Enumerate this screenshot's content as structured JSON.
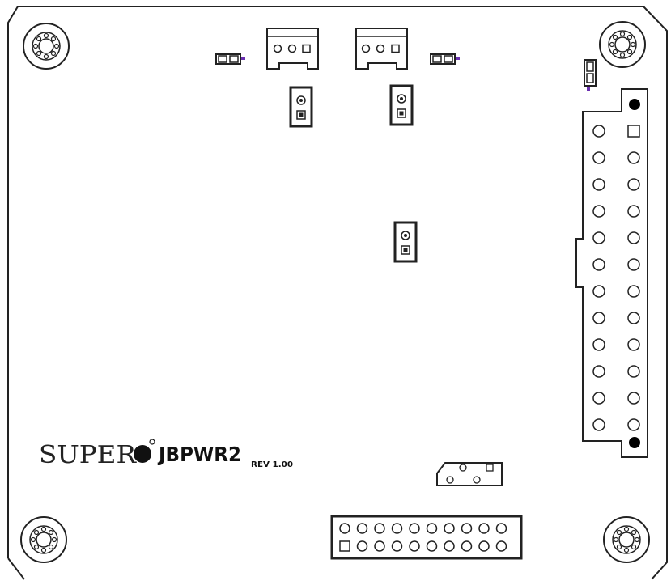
{
  "board": {
    "brand": "SUPER",
    "model": "JBPWR2",
    "revision": "REV 1.00"
  },
  "colors": {
    "outline": "#222222",
    "pad_fill": "#ffffff",
    "pin1_fill": "#000000",
    "led_marker": "#6a2fb0"
  },
  "icons": {
    "mounting_hole": "mounting-hole-icon",
    "fan_header": "fan-header-icon",
    "jumper": "jumper-icon",
    "led": "led-icon",
    "atx_connector": "atx-power-connector-icon",
    "pin_header": "pin-header-icon"
  },
  "atx_connector": {
    "rows": 12,
    "cols": 2
  },
  "pin_header": {
    "rows": 2,
    "cols": 10
  }
}
